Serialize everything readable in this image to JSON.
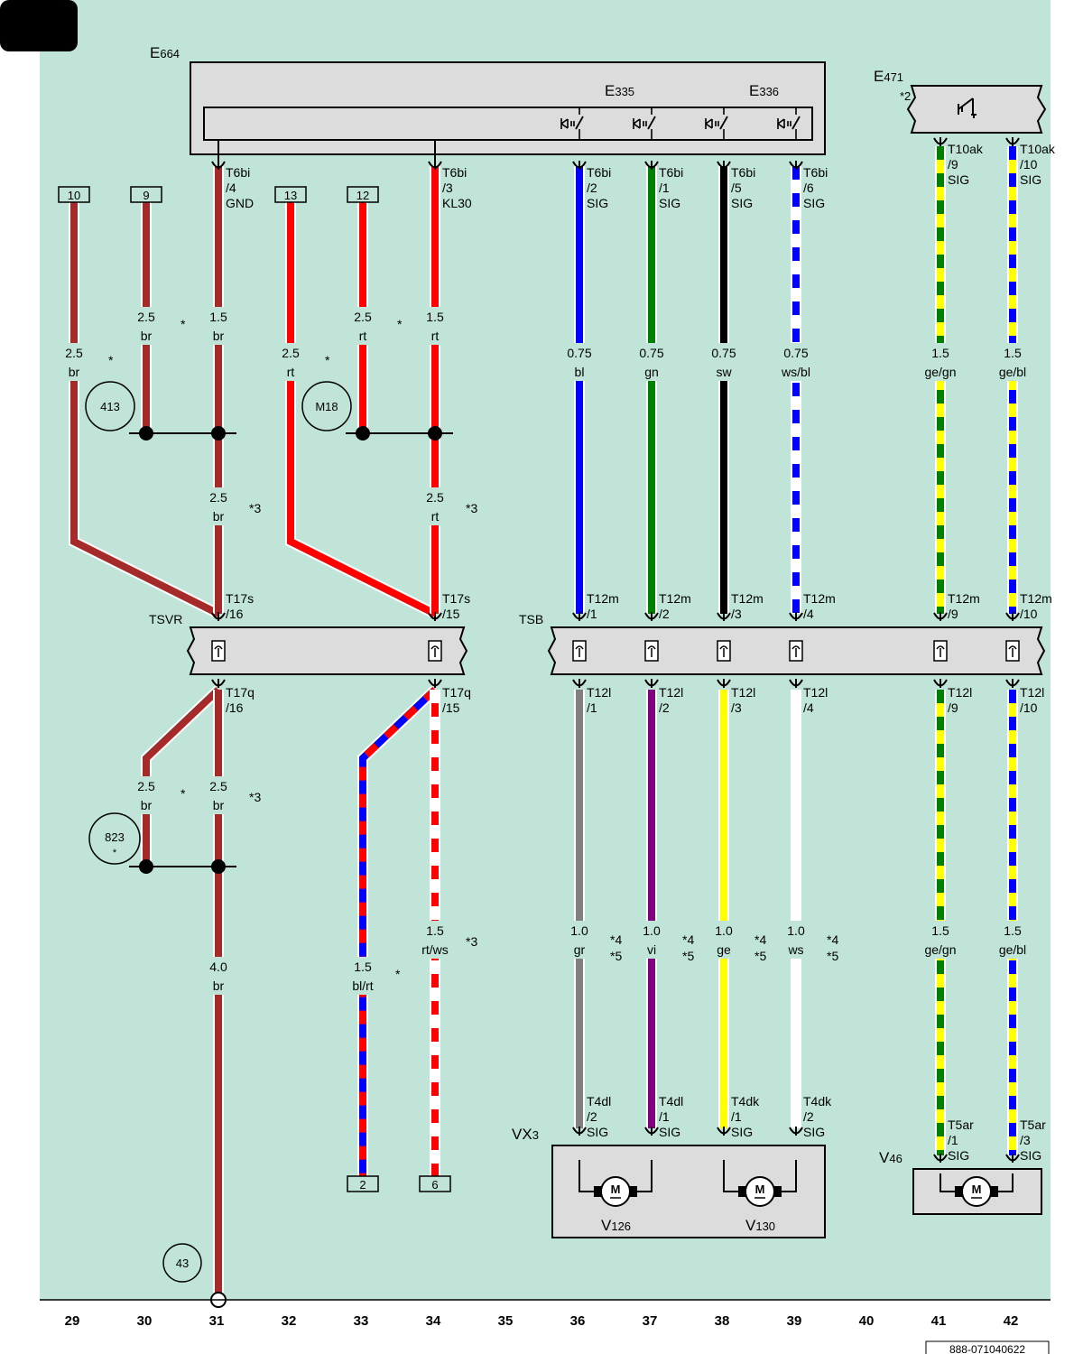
{
  "page_tab": "",
  "footer_code": "888-071040622",
  "columns": [
    "29",
    "30",
    "31",
    "32",
    "33",
    "34",
    "35",
    "36",
    "37",
    "38",
    "39",
    "40",
    "41",
    "42"
  ],
  "components": {
    "e664": {
      "name": "E",
      "sub": "664"
    },
    "e335": {
      "name": "E",
      "sub": "335"
    },
    "e336": {
      "name": "E",
      "sub": "336"
    },
    "e471": {
      "name": "E",
      "sub": "471",
      "note": "*2"
    },
    "tsvr": "TSVR",
    "tsb": "TSB",
    "vx3": {
      "name": "VX",
      "sub": "3"
    },
    "v126": {
      "name": "V",
      "sub": "126"
    },
    "v130": {
      "name": "V",
      "sub": "130"
    },
    "v46": {
      "name": "V",
      "sub": "46"
    }
  },
  "ref_boxes": [
    "10",
    "9",
    "13",
    "12",
    "2",
    "6"
  ],
  "circle_refs": [
    "413",
    "M18",
    "823",
    "43"
  ],
  "pins": {
    "t6bi_4": [
      "T6bi",
      "/4",
      "GND"
    ],
    "t6bi_3": [
      "T6bi",
      "/3",
      "KL30"
    ],
    "t6bi_2": [
      "T6bi",
      "/2",
      "SIG"
    ],
    "t6bi_1": [
      "T6bi",
      "/1",
      "SIG"
    ],
    "t6bi_5": [
      "T6bi",
      "/5",
      "SIG"
    ],
    "t6bi_6": [
      "T6bi",
      "/6",
      "SIG"
    ],
    "t10ak_9": [
      "T10ak",
      "/9",
      "SIG"
    ],
    "t10ak_10": [
      "T10ak",
      "/10",
      "SIG"
    ],
    "t17s_16": [
      "T17s",
      "/16"
    ],
    "t17s_15": [
      "T17s",
      "/15"
    ],
    "t12m_1": [
      "T12m",
      "/1"
    ],
    "t12m_2": [
      "T12m",
      "/2"
    ],
    "t12m_3": [
      "T12m",
      "/3"
    ],
    "t12m_4": [
      "T12m",
      "/4"
    ],
    "t12m_9": [
      "T12m",
      "/9"
    ],
    "t12m_10": [
      "T12m",
      "/10"
    ],
    "t17q_16": [
      "T17q",
      "/16"
    ],
    "t17q_15": [
      "T17q",
      "/15"
    ],
    "t12l_1": [
      "T12l",
      "/1"
    ],
    "t12l_2": [
      "T12l",
      "/2"
    ],
    "t12l_3": [
      "T12l",
      "/3"
    ],
    "t12l_4": [
      "T12l",
      "/4"
    ],
    "t12l_9": [
      "T12l",
      "/9"
    ],
    "t12l_10": [
      "T12l",
      "/10"
    ],
    "t4dl_2": [
      "T4dl",
      "/2",
      "SIG"
    ],
    "t4dl_1": [
      "T4dl",
      "/1",
      "SIG"
    ],
    "t4dk_1": [
      "T4dk",
      "/1",
      "SIG"
    ],
    "t4dk_2": [
      "T4dk",
      "/2",
      "SIG"
    ],
    "t5ar_1": [
      "T5ar",
      "/1",
      "SIG"
    ],
    "t5ar_3": [
      "T5ar",
      "/3",
      "SIG"
    ]
  },
  "wire_labels": {
    "c29_upper": [
      "2.5",
      "br"
    ],
    "c30_upper": [
      "2.5",
      "br"
    ],
    "c31_upper": [
      "1.5",
      "br"
    ],
    "c32_upper": [
      "2.5",
      "rt"
    ],
    "c33_upper": [
      "2.5",
      "rt"
    ],
    "c34_upper": [
      "1.5",
      "rt"
    ],
    "c31_mid": [
      "2.5",
      "br"
    ],
    "c34_mid": [
      "2.5",
      "rt"
    ],
    "c36_upper": [
      "0.75",
      "bl"
    ],
    "c37_upper": [
      "0.75",
      "gn"
    ],
    "c38_upper": [
      "0.75",
      "sw"
    ],
    "c39_upper": [
      "0.75",
      "ws/bl"
    ],
    "c41_upper": [
      "1.5",
      "ge/gn"
    ],
    "c42_upper": [
      "1.5",
      "ge/bl"
    ],
    "c30_lower": [
      "2.5",
      "br"
    ],
    "c31_lower": [
      "2.5",
      "br"
    ],
    "c31_bottom": [
      "4.0",
      "br"
    ],
    "c33_lower": [
      "1.5",
      "bl/rt"
    ],
    "c34_lower": [
      "1.5",
      "rt/ws"
    ],
    "c36_lower": [
      "1.0",
      "gr"
    ],
    "c37_lower": [
      "1.0",
      "vi"
    ],
    "c38_lower": [
      "1.0",
      "ge"
    ],
    "c39_lower": [
      "1.0",
      "ws"
    ],
    "c41_lower": [
      "1.5",
      "ge/gn"
    ],
    "c42_lower": [
      "1.5",
      "ge/bl"
    ]
  },
  "notes": {
    "star": "*",
    "star3": "*3",
    "star4": "*4",
    "star5": "*5"
  },
  "colors": {
    "background": "#c0e4d8",
    "housing": "#dcdcdc",
    "br": "#a52a2a",
    "rt": "#ff0000",
    "bl": "#0000ff",
    "gn": "#008000",
    "sw": "#000000",
    "ws": "#ffffff",
    "gr": "#808080",
    "vi": "#800080",
    "ge": "#ffff00"
  }
}
